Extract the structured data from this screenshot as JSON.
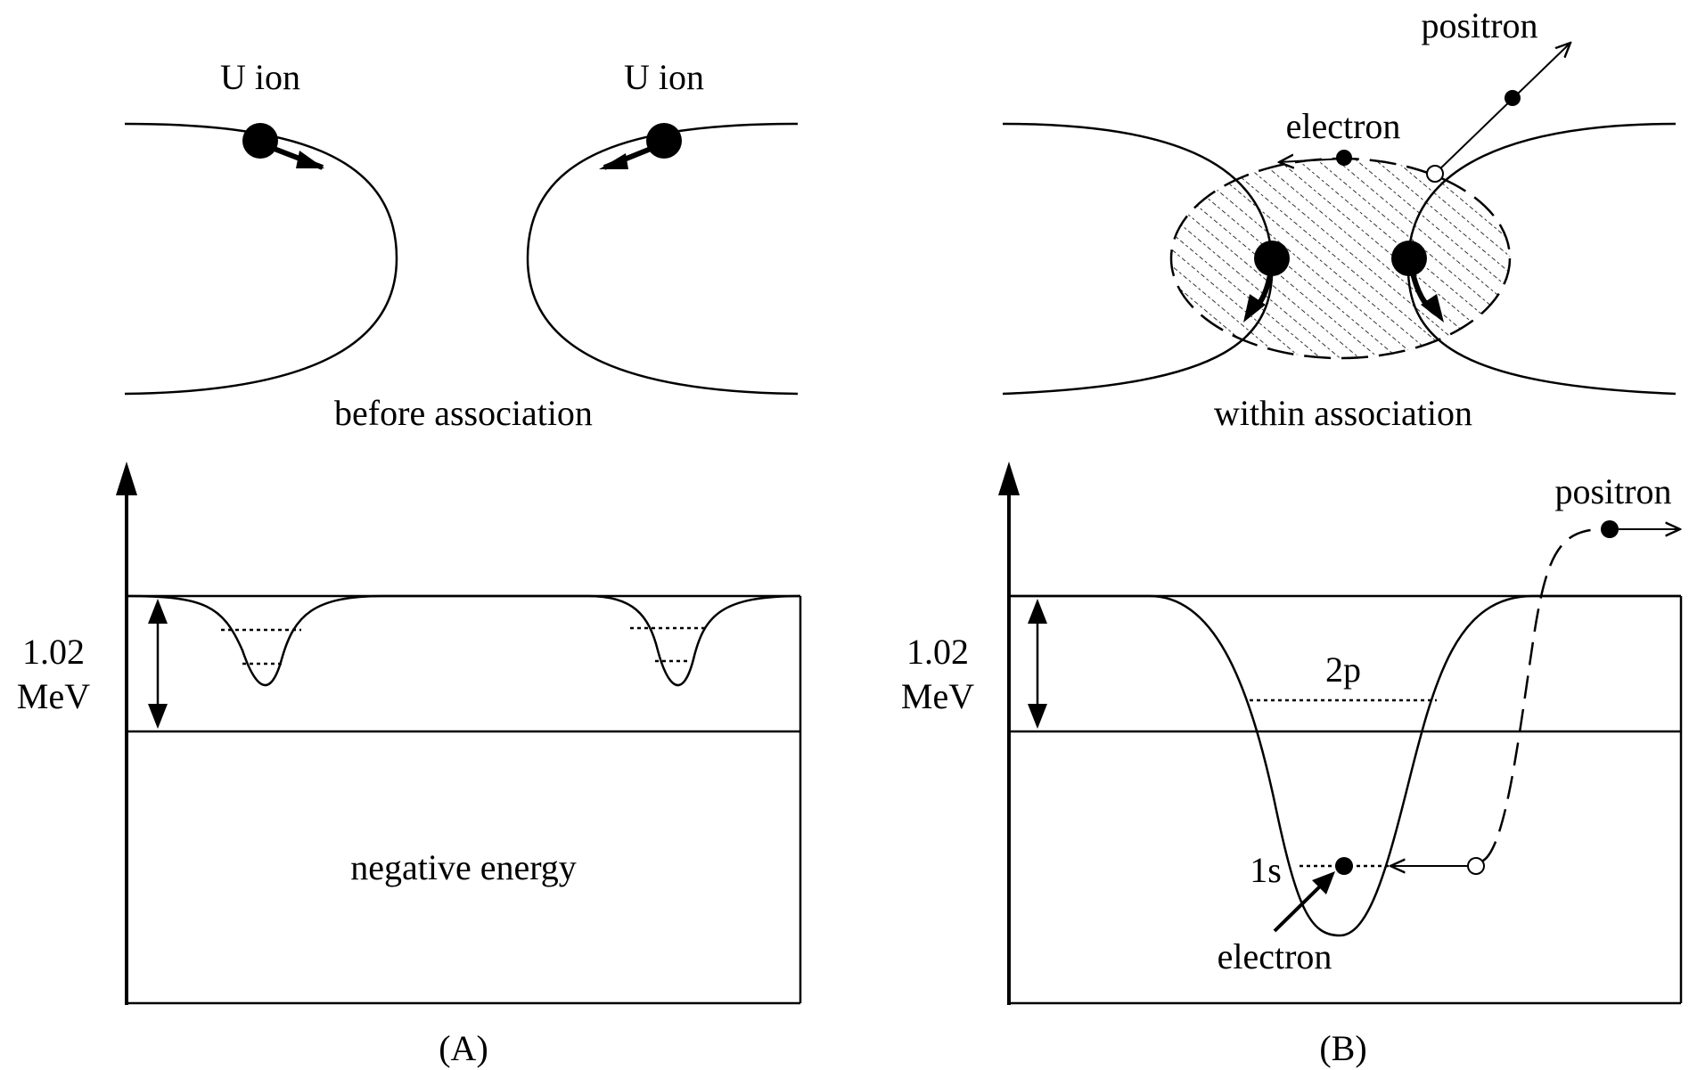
{
  "panel_a": {
    "ion_left_label": "U ion",
    "ion_right_label": "U ion",
    "top_caption": "before association",
    "energy_label_line1": "1.02",
    "energy_label_line2": "MeV",
    "negative_energy_label": "negative energy",
    "panel_label": "(A)"
  },
  "panel_b": {
    "positron_top_label": "positron",
    "electron_top_label": "electron",
    "top_caption": "within association",
    "energy_label_line1": "1.02",
    "energy_label_line2": "MeV",
    "level_2p_label": "2p",
    "level_1s_label": "1s",
    "positron_bottom_label": "positron",
    "electron_bottom_label": "electron",
    "panel_label": "(B)"
  }
}
